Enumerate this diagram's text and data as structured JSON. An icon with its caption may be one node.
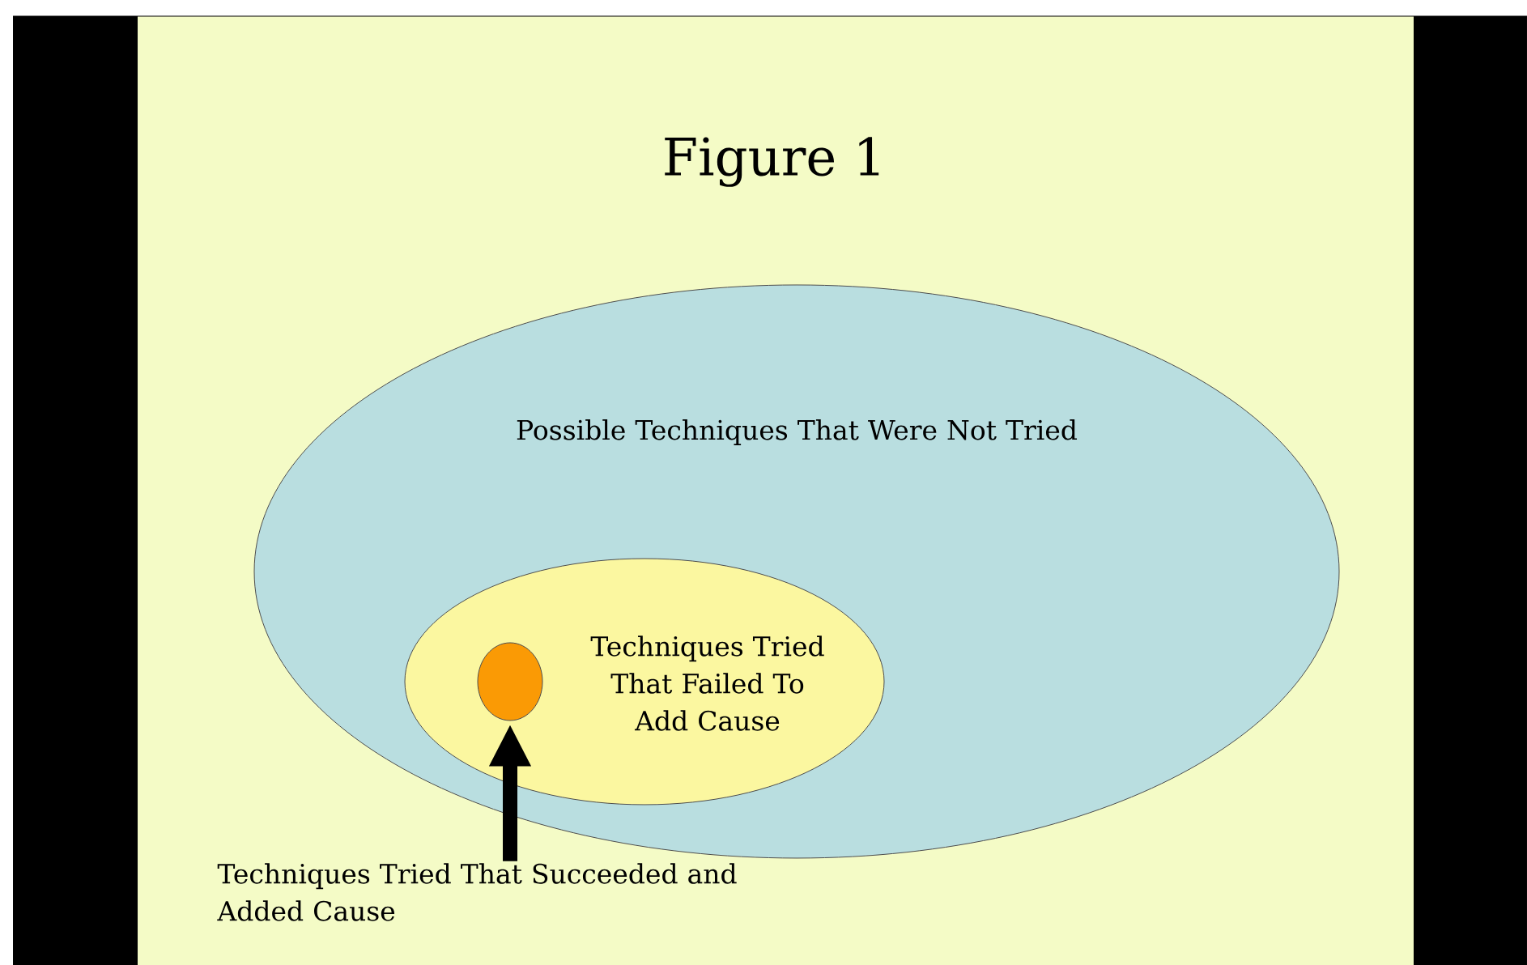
{
  "diagram": {
    "title": "Figure 1",
    "nodes": [
      {
        "text": [
          "Possible Techniques That Were Not Tried"
        ]
      },
      {
        "text": [
          "Techniques Tried That Failed To Add Cause"
        ],
        "in": 0
      },
      {
        "text": [],
        "shape": "circle",
        "in": 1
      },
      {
        "text": [
          "Techniques Tried That Succeeded and Added Cause"
        ]
      }
    ],
    "edges": [
      {
        "from": 3,
        "to": 2,
        "arrow": "to"
      }
    ]
  }
}
